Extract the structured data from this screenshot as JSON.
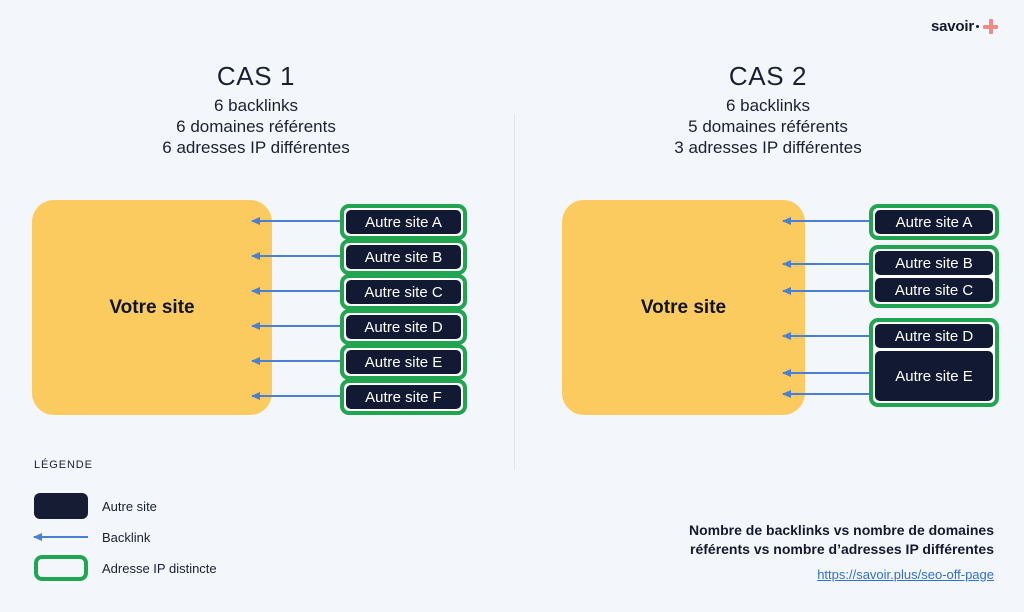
{
  "brand": {
    "name": "savoir",
    "separator": "·",
    "plus_icon": "plus-icon",
    "plus_color": "#f08b83"
  },
  "colors": {
    "background": "#f3f6fb",
    "your_site_yellow": "#fbcb5f",
    "site_dark": "#121a33",
    "ip_green": "#22a551",
    "backlink_blue": "#4a7fd4",
    "link_blue": "#2f6fd0"
  },
  "cases": [
    {
      "title": "CAS 1",
      "stats": [
        "6 backlinks",
        "6 domaines référents",
        "6 adresses IP différentes"
      ],
      "your_site_label": "Votre site",
      "ip_groups": [
        {
          "sites": [
            {
              "label": "Autre site A",
              "backlinks": 1
            }
          ]
        },
        {
          "sites": [
            {
              "label": "Autre site B",
              "backlinks": 1
            }
          ]
        },
        {
          "sites": [
            {
              "label": "Autre site C",
              "backlinks": 1
            }
          ]
        },
        {
          "sites": [
            {
              "label": "Autre site D",
              "backlinks": 1
            }
          ]
        },
        {
          "sites": [
            {
              "label": "Autre site E",
              "backlinks": 1
            }
          ]
        },
        {
          "sites": [
            {
              "label": "Autre site F",
              "backlinks": 1
            }
          ]
        }
      ]
    },
    {
      "title": "CAS 2",
      "stats": [
        "6 backlinks",
        "5 domaines référents",
        "3 adresses IP différentes"
      ],
      "your_site_label": "Votre site",
      "ip_groups": [
        {
          "sites": [
            {
              "label": "Autre site A",
              "backlinks": 1
            }
          ]
        },
        {
          "sites": [
            {
              "label": "Autre site B",
              "backlinks": 1
            },
            {
              "label": "Autre site C",
              "backlinks": 1
            }
          ]
        },
        {
          "sites": [
            {
              "label": "Autre site D",
              "backlinks": 1
            },
            {
              "label": "Autre site E",
              "backlinks": 2
            }
          ]
        }
      ]
    }
  ],
  "legend": {
    "title": "LÉGENDE",
    "items": [
      {
        "icon": "site-swatch",
        "label": "Autre site"
      },
      {
        "icon": "backlink-arrow-icon",
        "label": "Backlink"
      },
      {
        "icon": "ip-outline-swatch",
        "label": "Adresse IP distincte"
      }
    ]
  },
  "footer": {
    "caption_line1": "Nombre de backlinks vs nombre de domaines",
    "caption_line2": "référents vs nombre d’adresses IP différentes",
    "url": "https://savoir.plus/seo-off-page"
  }
}
